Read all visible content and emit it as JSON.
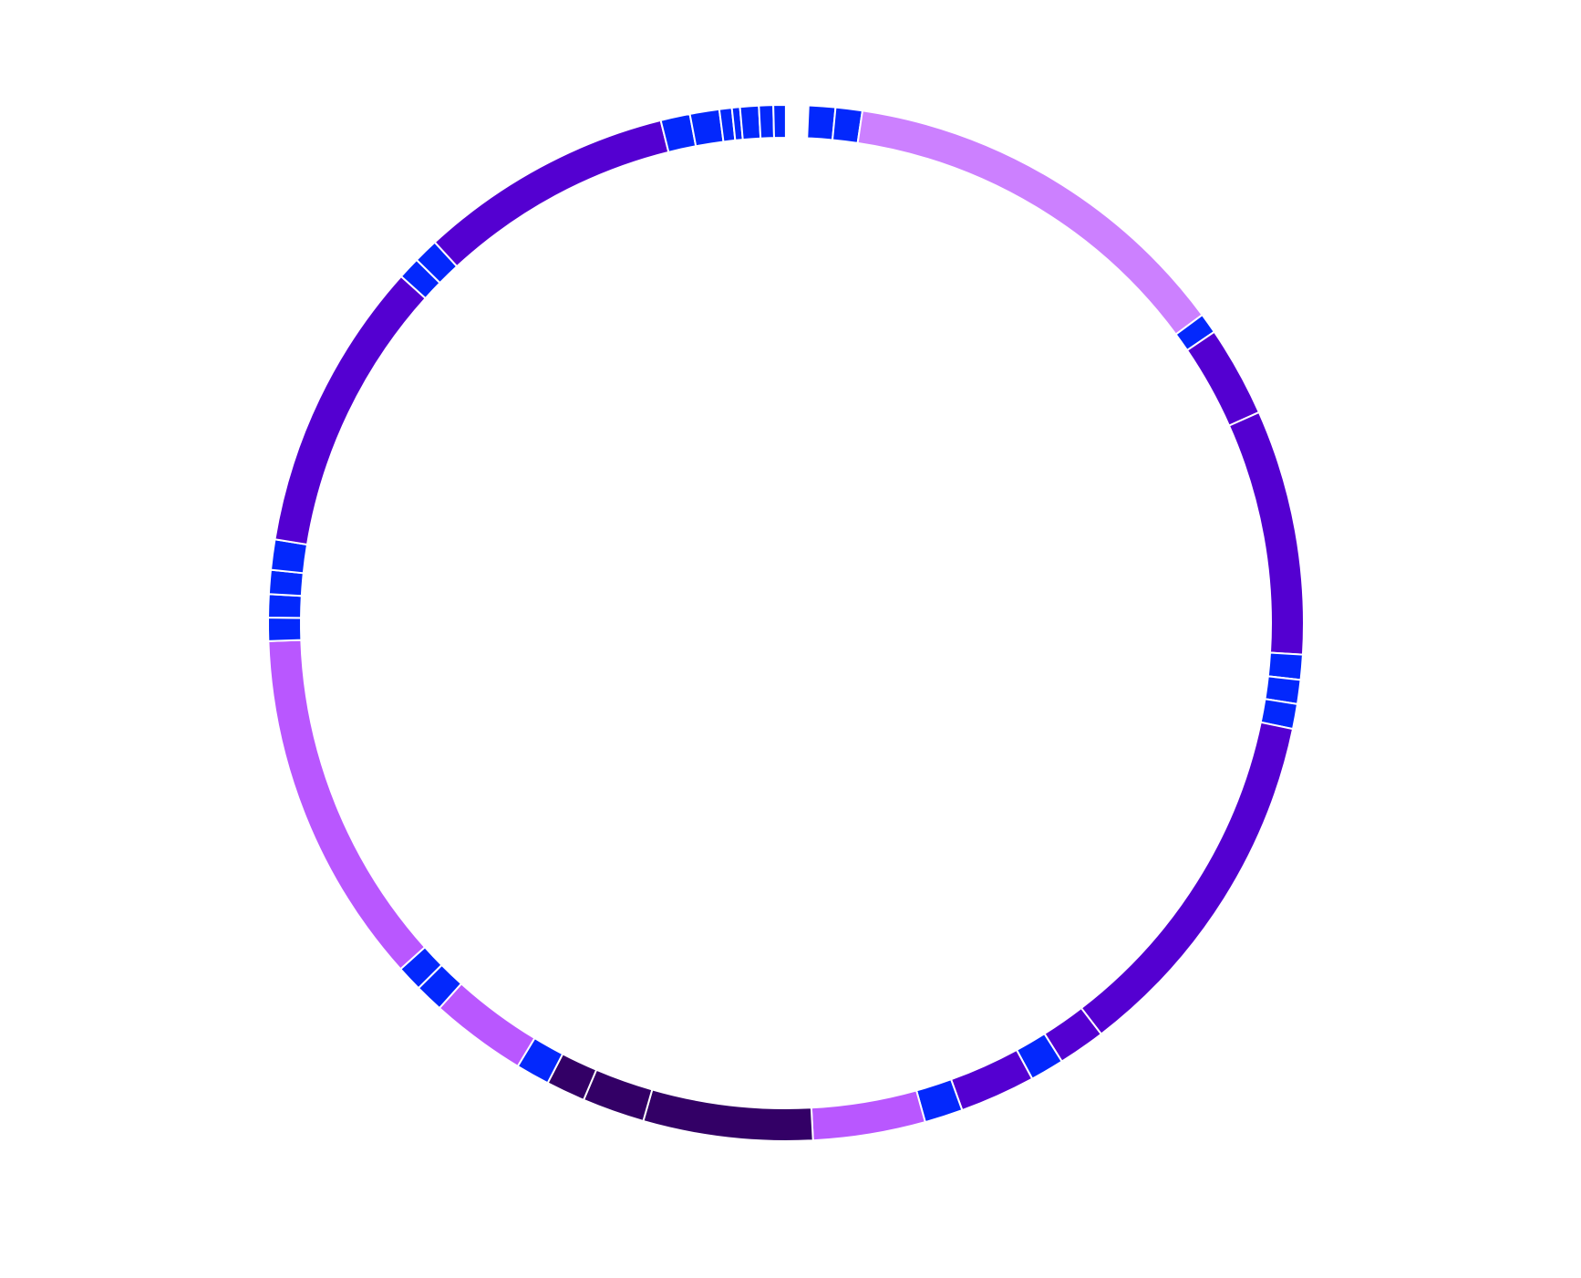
{
  "diagram": {
    "type": "circular-segment-ring",
    "start_angle_deg": 0,
    "direction": "clockwise",
    "segments": [
      {
        "start": 2.5,
        "end": 5.5,
        "color": "#0328fc"
      },
      {
        "start": 5.5,
        "end": 8.5,
        "color": "#0328fc"
      },
      {
        "start": 8.5,
        "end": 53.5,
        "color": "#cc80ff"
      },
      {
        "start": 53.5,
        "end": 55.8,
        "color": "#0328fc"
      },
      {
        "start": 55.8,
        "end": 66.0,
        "color": "#5400d1"
      },
      {
        "start": 66.0,
        "end": 93.5,
        "color": "#5400d1"
      },
      {
        "start": 93.5,
        "end": 96.3,
        "color": "#0328fc"
      },
      {
        "start": 96.3,
        "end": 99.0,
        "color": "#0328fc"
      },
      {
        "start": 99.0,
        "end": 101.8,
        "color": "#0328fc"
      },
      {
        "start": 101.8,
        "end": 142.5,
        "color": "#5400d1"
      },
      {
        "start": 142.5,
        "end": 147.8,
        "color": "#5400d1"
      },
      {
        "start": 147.8,
        "end": 151.6,
        "color": "#0328fc"
      },
      {
        "start": 151.6,
        "end": 160.1,
        "color": "#5400d1"
      },
      {
        "start": 160.1,
        "end": 164.4,
        "color": "#0328fc"
      },
      {
        "start": 164.4,
        "end": 177.0,
        "color": "#b957ff"
      },
      {
        "start": 177.0,
        "end": 196.0,
        "color": "#330066"
      },
      {
        "start": 196.0,
        "end": 203.0,
        "color": "#330066"
      },
      {
        "start": 203.0,
        "end": 207.4,
        "color": "#330066"
      },
      {
        "start": 207.4,
        "end": 211.2,
        "color": "#0328fc"
      },
      {
        "start": 211.2,
        "end": 222.0,
        "color": "#b957ff"
      },
      {
        "start": 222.0,
        "end": 225.2,
        "color": "#0328fc"
      },
      {
        "start": 225.2,
        "end": 228.1,
        "color": "#0328fc"
      },
      {
        "start": 228.1,
        "end": 268.0,
        "color": "#b957ff"
      },
      {
        "start": 268.0,
        "end": 270.6,
        "color": "#0328fc"
      },
      {
        "start": 270.6,
        "end": 273.2,
        "color": "#0328fc"
      },
      {
        "start": 273.2,
        "end": 275.9,
        "color": "#0328fc"
      },
      {
        "start": 275.9,
        "end": 279.3,
        "color": "#0328fc"
      },
      {
        "start": 279.3,
        "end": 312.0,
        "color": "#5400d1"
      },
      {
        "start": 312.0,
        "end": 314.5,
        "color": "#0328fc"
      },
      {
        "start": 314.5,
        "end": 317.3,
        "color": "#0328fc"
      },
      {
        "start": 317.3,
        "end": 346.0,
        "color": "#5400d1"
      },
      {
        "start": 346.0,
        "end": 349.3,
        "color": "#0328fc"
      },
      {
        "start": 349.3,
        "end": 352.6,
        "color": "#0328fc"
      },
      {
        "start": 352.6,
        "end": 354.0,
        "color": "#0328fc"
      },
      {
        "start": 354.0,
        "end": 354.9,
        "color": "#0328fc"
      },
      {
        "start": 354.9,
        "end": 357.0,
        "color": "#0328fc"
      },
      {
        "start": 357.0,
        "end": 358.6,
        "color": "#0328fc"
      },
      {
        "start": 358.6,
        "end": 359.99,
        "color": "#0328fc"
      }
    ]
  }
}
